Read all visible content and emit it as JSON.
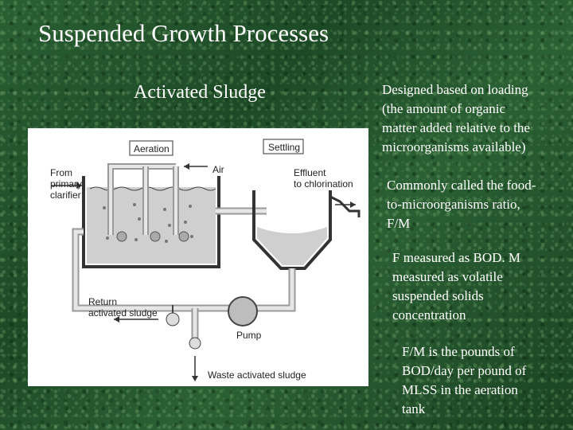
{
  "slide": {
    "title": "Suspended Growth Processes",
    "subtitle": "Activated Sludge"
  },
  "bullets": [
    {
      "lines": [
        "Designed based on loading",
        "(the amount of organic",
        "matter added relative to the",
        "microorganisms available)"
      ]
    },
    {
      "lines": [
        "Commonly called the food-",
        "to-microorganisms ratio,",
        "F/M"
      ]
    },
    {
      "lines": [
        "F measured as BOD.  M",
        "measured as volatile",
        "suspended solids",
        "concentration"
      ]
    },
    {
      "lines": [
        "F/M is the pounds of",
        "BOD/day per pound of",
        "MLSS in the aeration",
        "tank"
      ]
    }
  ],
  "diagram": {
    "aeration_label": "Aeration",
    "settling_label": "Settling",
    "air_label": "Air",
    "influent_label": [
      "From",
      "primary",
      "clarifier"
    ],
    "effluent_label": [
      "Effluent",
      "to chlorination"
    ],
    "return_label": [
      "Return",
      "activated sludge"
    ],
    "pump_label": "Pump",
    "waste_label": "Waste activated sludge"
  },
  "colors": {
    "background": "#1f4f2a",
    "text": "#ffffff",
    "water": "#c8c8c8",
    "pipe": "#b0b0b0"
  }
}
